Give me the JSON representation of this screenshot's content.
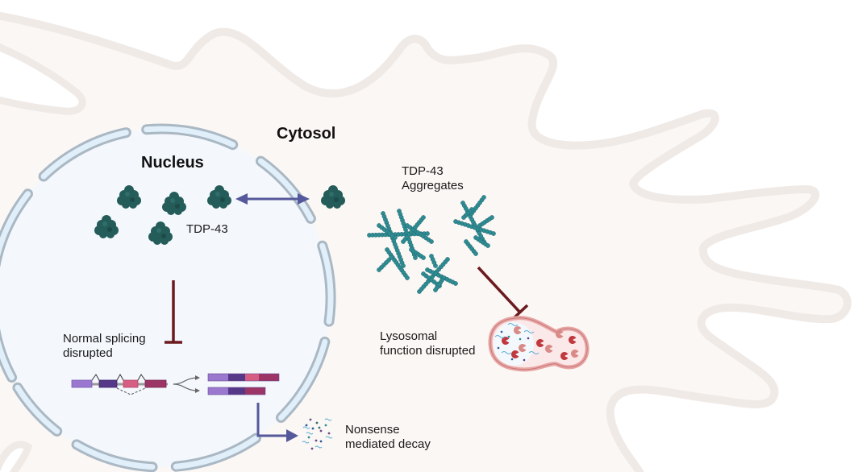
{
  "figure": {
    "title": "TDP-43 pathology in the cell",
    "regions": {
      "cytosol_label": "Cytosol",
      "nucleus_label": "Nucleus"
    },
    "labels": {
      "tdp43": "TDP-43",
      "tdp43_aggregates": "TDP-43\nAggregates",
      "splicing": "Normal splicing\ndisrupted",
      "lysosome": "Lysosomal\nfunction disrupted",
      "nmd": "Nonsense\nmediated decay"
    },
    "relations": [
      {
        "from": "nuclear TDP-43",
        "to": "cytosolic TDP-43",
        "type": "bidirectional-transport"
      },
      {
        "from": "TDP-43",
        "to": "normal splicing",
        "type": "inhibition"
      },
      {
        "from": "TDP-43 aggregates",
        "to": "lysosomal function",
        "type": "inhibition"
      },
      {
        "from": "mis-spliced transcript",
        "to": "nonsense mediated decay",
        "type": "leads-to"
      }
    ],
    "pre_mrna_exons": [
      "exon-1",
      "exon-2",
      "exon-3",
      "exon-4"
    ],
    "transcripts": [
      {
        "name": "full-length",
        "exons": [
          "exon-1",
          "exon-2",
          "exon-3",
          "exon-4"
        ]
      },
      {
        "name": "exon-skipped",
        "exons": [
          "exon-1",
          "exon-2",
          "exon-4"
        ]
      }
    ],
    "colors": {
      "cell_fill": "#fbf7f4",
      "cell_outline": "#f0eae7",
      "nucleus_fill": "#f4f8fd",
      "envelope_fill": "#e1effb",
      "envelope_stroke": "#aab8c4",
      "tdp43_protein": "#245c5a",
      "aggregate": "#2f8c93",
      "transport_arrow": "#55589a",
      "inhibition": "#6b1a1f",
      "exon_1": "#9a78cf",
      "exon_2": "#553888",
      "exon_3": "#d75e83",
      "exon_4": "#9c3466",
      "lysosome_membrane": "#e7a5a3",
      "lysosome_fill": "#fbe9ea",
      "lysosome_enzyme": "#c0393f"
    }
  }
}
